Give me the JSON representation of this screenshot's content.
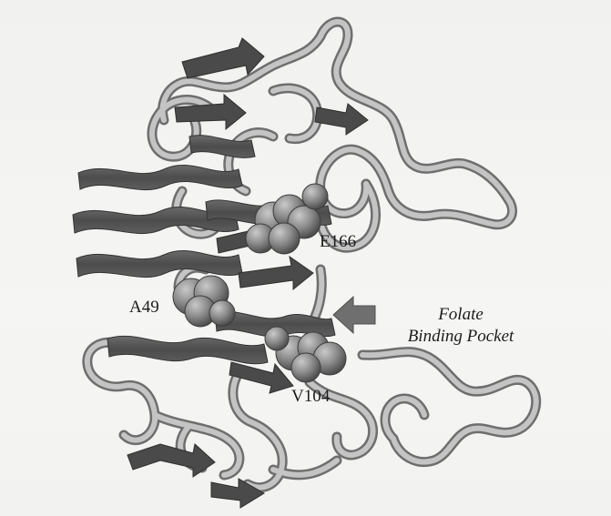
{
  "figure": {
    "residues": [
      {
        "id": "e166",
        "label": "E166"
      },
      {
        "id": "a49",
        "label": "A49"
      },
      {
        "id": "v104",
        "label": "V104"
      }
    ],
    "pocket": {
      "line1": "Folate",
      "line2": "Binding Pocket"
    },
    "colors": {
      "helix": "#555555",
      "strand": "#4a4a4a",
      "coil": "#bdbdbd",
      "coil_edge": "#6e6e6e",
      "sphere": "#8a8a8a",
      "arrow": "#6f6f6f"
    }
  }
}
